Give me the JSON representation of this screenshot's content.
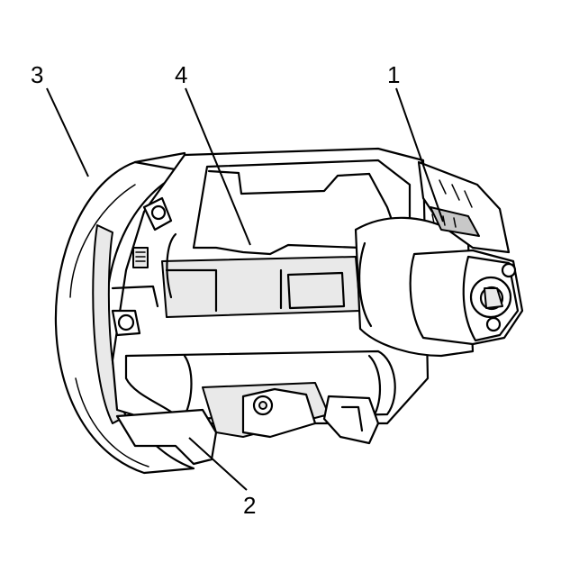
{
  "callouts": {
    "c1": "1",
    "c2": "2",
    "c3": "3",
    "c4": "4"
  },
  "colors": {
    "line": "#000000",
    "background": "#ffffff",
    "shade_light": "#e9e9e9",
    "shade_dark": "#c8c8c8"
  }
}
